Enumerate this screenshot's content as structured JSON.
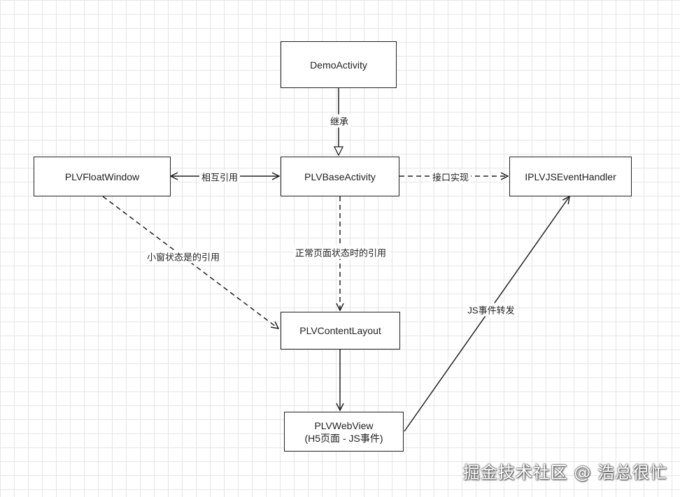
{
  "nodes": {
    "demo": "DemoActivity",
    "float": "PLVFloatWindow",
    "base": "PLVBaseActivity",
    "handler": "IPLVJSEventHandler",
    "content": "PLVContentLayout",
    "webview_line1": "PLVWebView",
    "webview_line2": "(H5页面 - JS事件)"
  },
  "edges": {
    "inherit": "继承",
    "mutual": "相互引用",
    "iface": "接口实现",
    "float_content": "小窗状态是的引用",
    "base_content": "正常页面状态时的引用",
    "js_forward": "JS事件转发"
  },
  "watermark": "掘金技术社区 @ 浩总很忙"
}
